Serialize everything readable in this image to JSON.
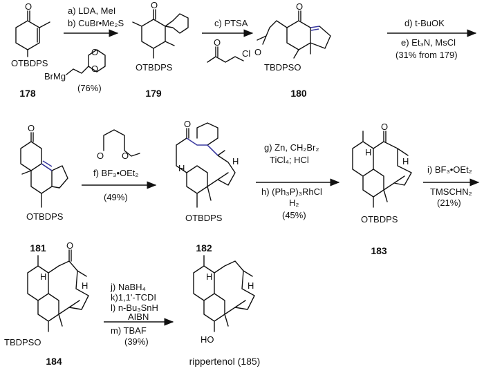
{
  "compounds": {
    "c178": {
      "label": "178",
      "o": "O",
      "otbdps": "OTBDPS"
    },
    "c179": {
      "label": "179",
      "o": "O",
      "otbdps": "OTBDPS"
    },
    "c180": {
      "label": "180",
      "o1": "O",
      "o2": "O",
      "otbdps": "TBDPSO"
    },
    "c181": {
      "label": "181",
      "o": "O",
      "otbdps": "OTBDPS"
    },
    "c182": {
      "label": "182",
      "o": "O",
      "h1": "H",
      "h2": "H",
      "otbdps": "OTBDPS"
    },
    "c183": {
      "label": "183",
      "o": "O",
      "h1": "H",
      "h2": "H",
      "otbdps": "OTBDPS"
    },
    "c184": {
      "label": "184",
      "o": "O",
      "h1": "H",
      "h2": "H",
      "otbdps": "TBDPSO"
    },
    "c185": {
      "label": "rippertenol (185)",
      "h1": "H",
      "h2": "H",
      "oh": "HO"
    }
  },
  "steps": {
    "ab": {
      "a": "a) LDA, MeI",
      "b": "b) CuBr•Me₂S",
      "grignard": "BrMg",
      "yield": "(76%)"
    },
    "c": {
      "c": "c) PTSA",
      "o": "O",
      "cl": "Cl"
    },
    "de": {
      "d": "d) t-BuOK",
      "e": "e) Et₃N, MsCl",
      "yield": "(31% from 179)"
    },
    "f": {
      "f": "f) BF₃•OEt₂",
      "yield": "(49%)"
    },
    "gh": {
      "g1": "g) Zn, CH₂Br₂",
      "g2": "TiCl₄; HCl",
      "h1": "h) (Ph₃P)₃RhCl",
      "h2": "H₂",
      "yield": "(45%)"
    },
    "i": {
      "i1": "i) BF₃•OEt₂",
      "i2": "TMSCHN₂",
      "yield": "(21%)"
    },
    "jm": {
      "j": "j) NaBH₄",
      "k": "k)1,1'-TCDI",
      "l": "l) n-Bu₃SnH",
      "l2": "AIBN",
      "m": "m) TBAF",
      "yield": "(39%)"
    }
  },
  "colors": {
    "highlight": "#3a3aa0"
  }
}
